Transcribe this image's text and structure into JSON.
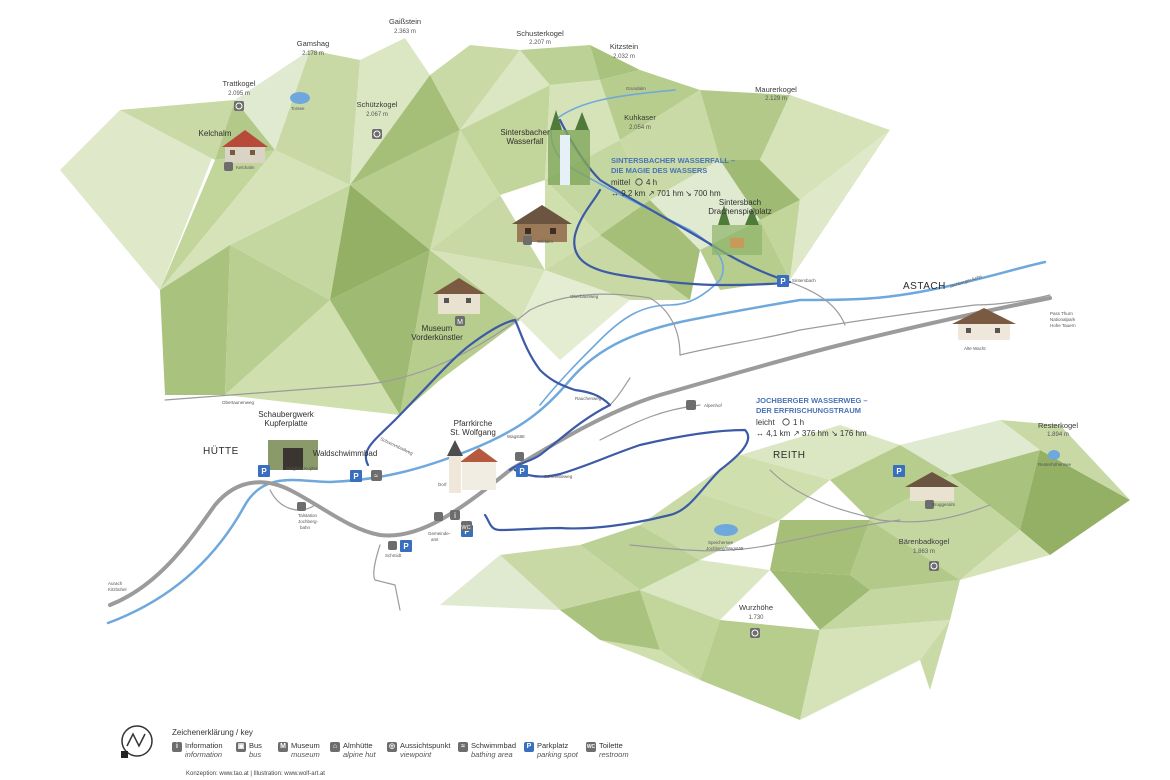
{
  "colors": {
    "meadow_light": "#e4ecd2",
    "meadow_mid": "#c8d9a6",
    "meadow_dark": "#a9c27d",
    "meadow_deep": "#93b065",
    "river": "#6fa8dc",
    "trail_blue": "#3c5aa6",
    "road": "#9b9b9b",
    "parking": "#3a6fbf"
  },
  "peaks": [
    {
      "name": "Gaißstein",
      "elev": "2.363 m"
    },
    {
      "name": "Schusterkogel",
      "elev": "2.207 m"
    },
    {
      "name": "Gamshag",
      "elev": "2.178 m"
    },
    {
      "name": "Kitzstein",
      "elev": "2.032 m"
    },
    {
      "name": "Trattkogel",
      "elev": "2.095 m"
    },
    {
      "name": "Schützkogel",
      "elev": "2.067 m"
    },
    {
      "name": "Maurerkogel",
      "elev": "2.129 m"
    },
    {
      "name": "Kuhkaser",
      "elev": "2.054 m"
    },
    {
      "name": "Resterkogel",
      "elev": "1.894 m"
    },
    {
      "name": "Bärenbadkogel",
      "elev": "1.863 m"
    },
    {
      "name": "Wurzhöhe",
      "elev": "1.730"
    }
  ],
  "places": {
    "kelchalm": "Kelchalm",
    "kelchalm_hut": "Kelchalm",
    "torsee": "Torsee",
    "wasserfall": [
      "Sintersbacher",
      "Wasserfall"
    ],
    "grundalm": "Grundalm",
    "drachenspielplatz": [
      "Sintersbach",
      "Drachenspielplatz"
    ],
    "wildalm": "Wildalm",
    "museum": [
      "Museum",
      "Vorderkünstler"
    ],
    "schaubergwerk": [
      "Schaubergwerk",
      "Kupferplatte"
    ],
    "huette": "HÜTTE",
    "astach": "ASTACH",
    "reith": "REITH",
    "waldschwimmbad": "Waldschwimmbad",
    "kirche": [
      "Pfarrkirche",
      "St. Wolfgang"
    ],
    "alte_wacht": "Alte Wacht",
    "bruggeralm": "Bruggeralm",
    "speichersee": [
      "Speichersee",
      "Jochberg/Wagstätt"
    ],
    "resterhoehe_see": "Resterhöhensee",
    "pass_thurn": [
      "Pass Thurn",
      "Nationalpark",
      "Hohe Tauern"
    ],
    "kitzbuehel": [
      "Aurach",
      "Kitzbühel"
    ],
    "sintersbach": "Sintersbach",
    "jochberger_ache": "Jochberger Ache",
    "obertaunenweg": "Obertaunenweg",
    "oberbaunweg": "Oberbaunweg",
    "alpenhof": "Alpenhof",
    "wagstaett": "Wagstätt",
    "dorf": "Dorf",
    "gemeindeamt": [
      "Gemeinde-",
      "amt"
    ],
    "schmidt": "Schmidt",
    "schwimmbadweg": "Schwimmbadweg",
    "rauchenweg": "Rauchenweg",
    "kupferplatte_weg": "Bergbau Kupfer",
    "sintersbacher_weg": "Schmiedeweg",
    "jochberg_bahn": [
      "Talstation",
      "Jochberg-",
      "bahn"
    ]
  },
  "trail_waterfall": {
    "title_line1": "SINTERSBACHER WASSERFALL –",
    "title_line2": "DIE MAGIE DES WASSERS",
    "level": "mittel",
    "time": "4 h",
    "distance": "↔ 9,2 km",
    "ascent": "↗ 701 hm",
    "descent": "↘ 700 hm"
  },
  "trail_water": {
    "title_line1": "JOCHBERGER WASSERWEG –",
    "title_line2": "DER ERFRISCHUNGSTRAUM",
    "level": "leicht",
    "time": "1 h",
    "distance": "↔ 4,1 km",
    "ascent": "↗ 376 hm",
    "descent": "↘ 176 hm"
  },
  "legend": {
    "title": "Zeichenerklärung / key",
    "items": [
      {
        "icon": "info-icon",
        "glyph": "i",
        "de": "Information",
        "en": "information"
      },
      {
        "icon": "bus-icon",
        "glyph": "▣",
        "de": "Bus",
        "en": "bus"
      },
      {
        "icon": "museum-icon",
        "glyph": "M",
        "de": "Museum",
        "en": "museum"
      },
      {
        "icon": "alpine-hut-icon",
        "glyph": "⌂",
        "de": "Almhütte",
        "en": "alpine hut"
      },
      {
        "icon": "viewpoint-icon",
        "glyph": "◎",
        "de": "Aussichtspunkt",
        "en": "viewpoint"
      },
      {
        "icon": "swimming-icon",
        "glyph": "≈",
        "de": "Schwimmbad",
        "en": "bathing area"
      },
      {
        "icon": "parking-icon",
        "glyph": "P",
        "de": "Parkplatz",
        "en": "parking spot"
      },
      {
        "icon": "wc-icon",
        "glyph": "WC",
        "de": "Toilette",
        "en": "restroom"
      }
    ],
    "credit": "Konzeption: www.tao.at | Illustration: www.wolf-art.at"
  }
}
